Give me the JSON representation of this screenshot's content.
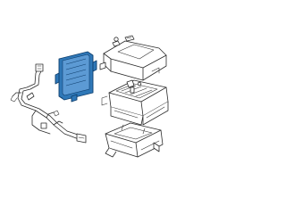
{
  "diagram": {
    "highlight_color": "#2f78b8",
    "line_color": "#2a2a2a",
    "background": "#ffffff",
    "parts": [
      {
        "name": "wiring-harness"
      },
      {
        "name": "control-module",
        "highlighted": true
      },
      {
        "name": "fuse-block-cover"
      },
      {
        "name": "fuse-block"
      },
      {
        "name": "fuse-block-lower-bracket"
      }
    ]
  }
}
